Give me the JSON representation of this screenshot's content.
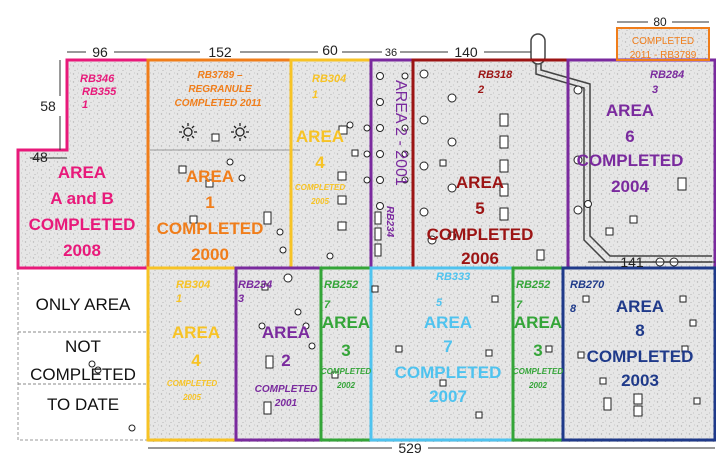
{
  "dimensions": {
    "d96": "96",
    "d152": "152",
    "d60": "60",
    "d36": "36",
    "d140": "140",
    "d80": "80",
    "d58": "58",
    "d48": "48",
    "d141": "141",
    "d529": "529"
  },
  "areas": {
    "ab": {
      "l1": "AREA",
      "l2": "A and B",
      "l3": "COMPLETED",
      "l4": "2008",
      "rb1": "RB346",
      "rb2": "RB355",
      "rb3": "1"
    },
    "a1": {
      "l1": "AREA",
      "l2": "1",
      "l3": "COMPLETED",
      "l4": "2000",
      "rb1": "RB3789 –",
      "rb2": "REGRANULE",
      "rb3": "COMPLETED 2011"
    },
    "a4top": {
      "l1": "AREA",
      "l2": "4",
      "sub1": "COMPLETED",
      "sub2": "2005",
      "rb1": "RB304",
      "rb2": "1"
    },
    "a2top": {
      "text": "AREA 2 - 2001",
      "rb": "RB234"
    },
    "a5": {
      "l1": "AREA",
      "l2": "5",
      "l3": "COMPLETED",
      "l4": "2006",
      "rb1": "RB318",
      "rb2": "2"
    },
    "a6": {
      "l1": "AREA",
      "l2": "6",
      "l3": "COMPLETED",
      "l4": "2004",
      "rb1": "RB284",
      "rb2": "3"
    },
    "top80": {
      "l1": "COMPLETED",
      "l2": "2011 - RB3789"
    },
    "a4bot": {
      "l1": "AREA",
      "l2": "4",
      "sub1": "COMPLETED",
      "sub2": "2005",
      "rb1": "RB304",
      "rb2": "1"
    },
    "a2bot": {
      "l1": "AREA",
      "l2": "2",
      "sub1": "COMPLETED",
      "sub2": "2001",
      "rb1": "RB234",
      "rb2": "3"
    },
    "a3left": {
      "l1": "AREA",
      "l2": "3",
      "sub1": "COMPLETED",
      "sub2": "2002",
      "rb1": "RB252",
      "rb2": "7"
    },
    "a7": {
      "l1": "AREA",
      "l2": "7",
      "l3": "COMPLETED",
      "l4": "2007",
      "rb1": "RB333",
      "rb2": "5"
    },
    "a3right": {
      "l1": "AREA",
      "l2": "3",
      "sub1": "COMPLETED",
      "sub2": "2002",
      "rb1": "RB252",
      "rb2": "7"
    },
    "a8": {
      "l1": "AREA",
      "l2": "8",
      "l3": "COMPLETED",
      "l4": "2003",
      "rb1": "RB270",
      "rb2": "8"
    }
  },
  "legend": {
    "l1": "ONLY AREA",
    "l2": "NOT",
    "l3": "COMPLETED",
    "l4": "TO DATE"
  },
  "colors": {
    "pink": "#e8197a",
    "orange": "#f07d1a",
    "yellow": "#f7c325",
    "purple": "#7a2a9e",
    "darkred": "#9c1414",
    "green": "#34a538",
    "lightblue": "#4fc3ef",
    "navy": "#1f3a8a"
  }
}
